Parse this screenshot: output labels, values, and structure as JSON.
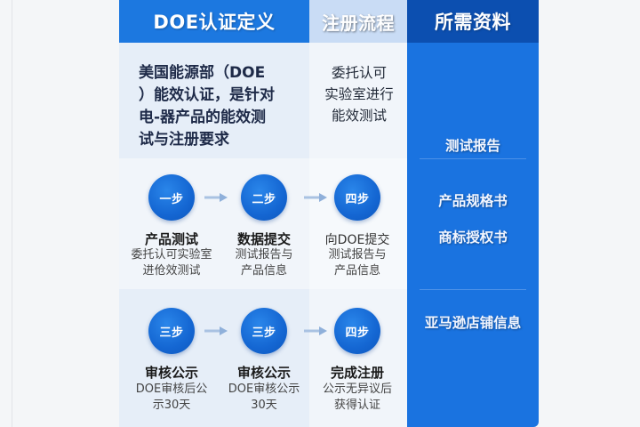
{
  "header": {
    "definition": "DOE认证定义",
    "process": "注册流程",
    "materials": "所需资料"
  },
  "definition": {
    "lines": [
      "美国能源部（DOE",
      "）能效认证，是针对",
      "电-器产品的能效测",
      "试与注册要求"
    ]
  },
  "process_summary": {
    "lines": [
      "委托认可",
      "实验室进行",
      "能效测试"
    ]
  },
  "steps_row1": [
    {
      "badge": "一步",
      "title": "产品测试",
      "desc": [
        "委托认可实验室",
        "进伧效测试"
      ]
    },
    {
      "badge": "二步",
      "title": "数据提交",
      "desc": [
        "测试报告与",
        "产品信息"
      ]
    },
    {
      "badge": "四步",
      "title": "向DOE提交",
      "desc": [
        "测试报告与",
        "产品信息"
      ]
    }
  ],
  "steps_row2": [
    {
      "badge": "三步",
      "title": "审核公示",
      "desc": [
        "DOE审核后公",
        "示30天"
      ]
    },
    {
      "badge": "三步",
      "title": "审核公示",
      "desc": [
        "DOE审核公示",
        "30天"
      ]
    },
    {
      "badge": "四步",
      "title": "完成注册",
      "desc": [
        "公示无异议后",
        "获得认证"
      ]
    }
  ],
  "materials": {
    "items": [
      "测试报告",
      "产品规格书",
      "商标授权书",
      "亚马逊店铺信息"
    ]
  },
  "icons": {
    "arrow": "arrow-right-icon"
  },
  "colors": {
    "header_definition": "#1c78e0",
    "header_process": "#c9dcf5",
    "header_materials": "#0c4fb0",
    "materials_column": "#1a73e0",
    "step_circle": "#1466d2",
    "arrow": "#9bb8dc"
  }
}
